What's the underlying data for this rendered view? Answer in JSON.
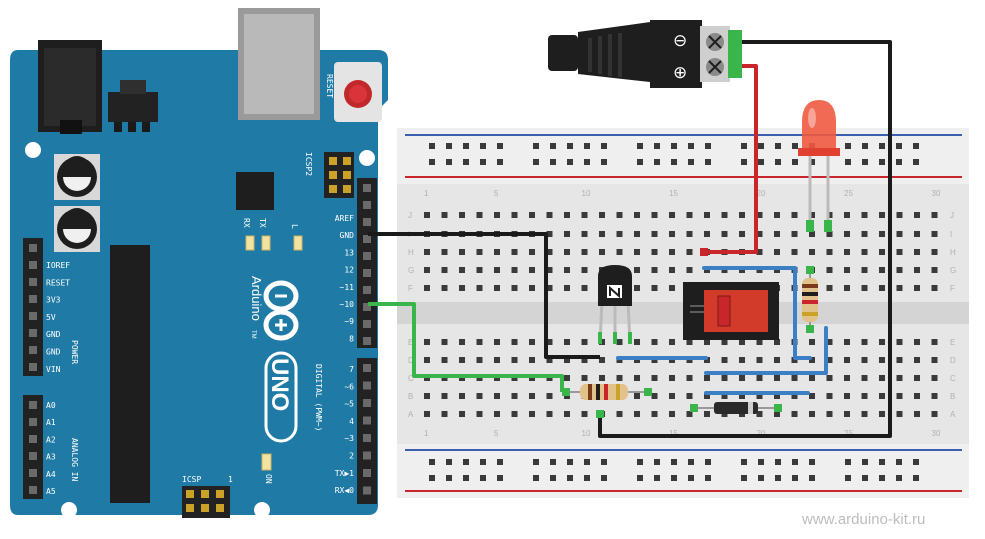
{
  "board": {
    "logo_text": "UNO",
    "brand": "Arduino",
    "trademark": "TM",
    "reset_label": "RESET",
    "icsp2_label": "ICSP2",
    "icsp_label": "ICSP",
    "icsp_pin1": "1",
    "tx_label": "TX",
    "rx_label": "RX",
    "l_label": "L",
    "on_label": "ON",
    "digital_label": "DIGITAL (PWM~)",
    "power_label": "POWER",
    "analog_label": "ANALOG IN",
    "top_pins": [
      "AREF",
      "GND",
      "13",
      "12",
      "~11",
      "~10",
      "~9",
      "8"
    ],
    "bottom_pins": [
      "7",
      "~6",
      "~5",
      "4",
      "~3",
      "2",
      "TX▶1",
      "RX◀0"
    ],
    "power_pins": [
      "IOREF",
      "RESET",
      "3V3",
      "5V",
      "GND",
      "GND",
      "VIN"
    ],
    "analog_pins": [
      "A0",
      "A1",
      "A2",
      "A3",
      "A4",
      "A5"
    ]
  },
  "breadboard": {
    "column_numbers": [
      "1",
      "5",
      "10",
      "15",
      "20",
      "25",
      "30"
    ],
    "rows_top": [
      "J",
      "I",
      "H",
      "G",
      "F"
    ],
    "rows_bottom": [
      "E",
      "D",
      "C",
      "B",
      "A"
    ]
  },
  "power_jack": {
    "minus": "⊖",
    "plus": "⊕"
  },
  "colors": {
    "board": "#1f7ba6",
    "wire_black": "#1a1a1a",
    "wire_red": "#c8262a",
    "wire_green": "#3ab54a",
    "wire_blue": "#3b7fc4",
    "relay_body": "#d23a2a"
  },
  "watermark": "www.arduino-kit.ru"
}
